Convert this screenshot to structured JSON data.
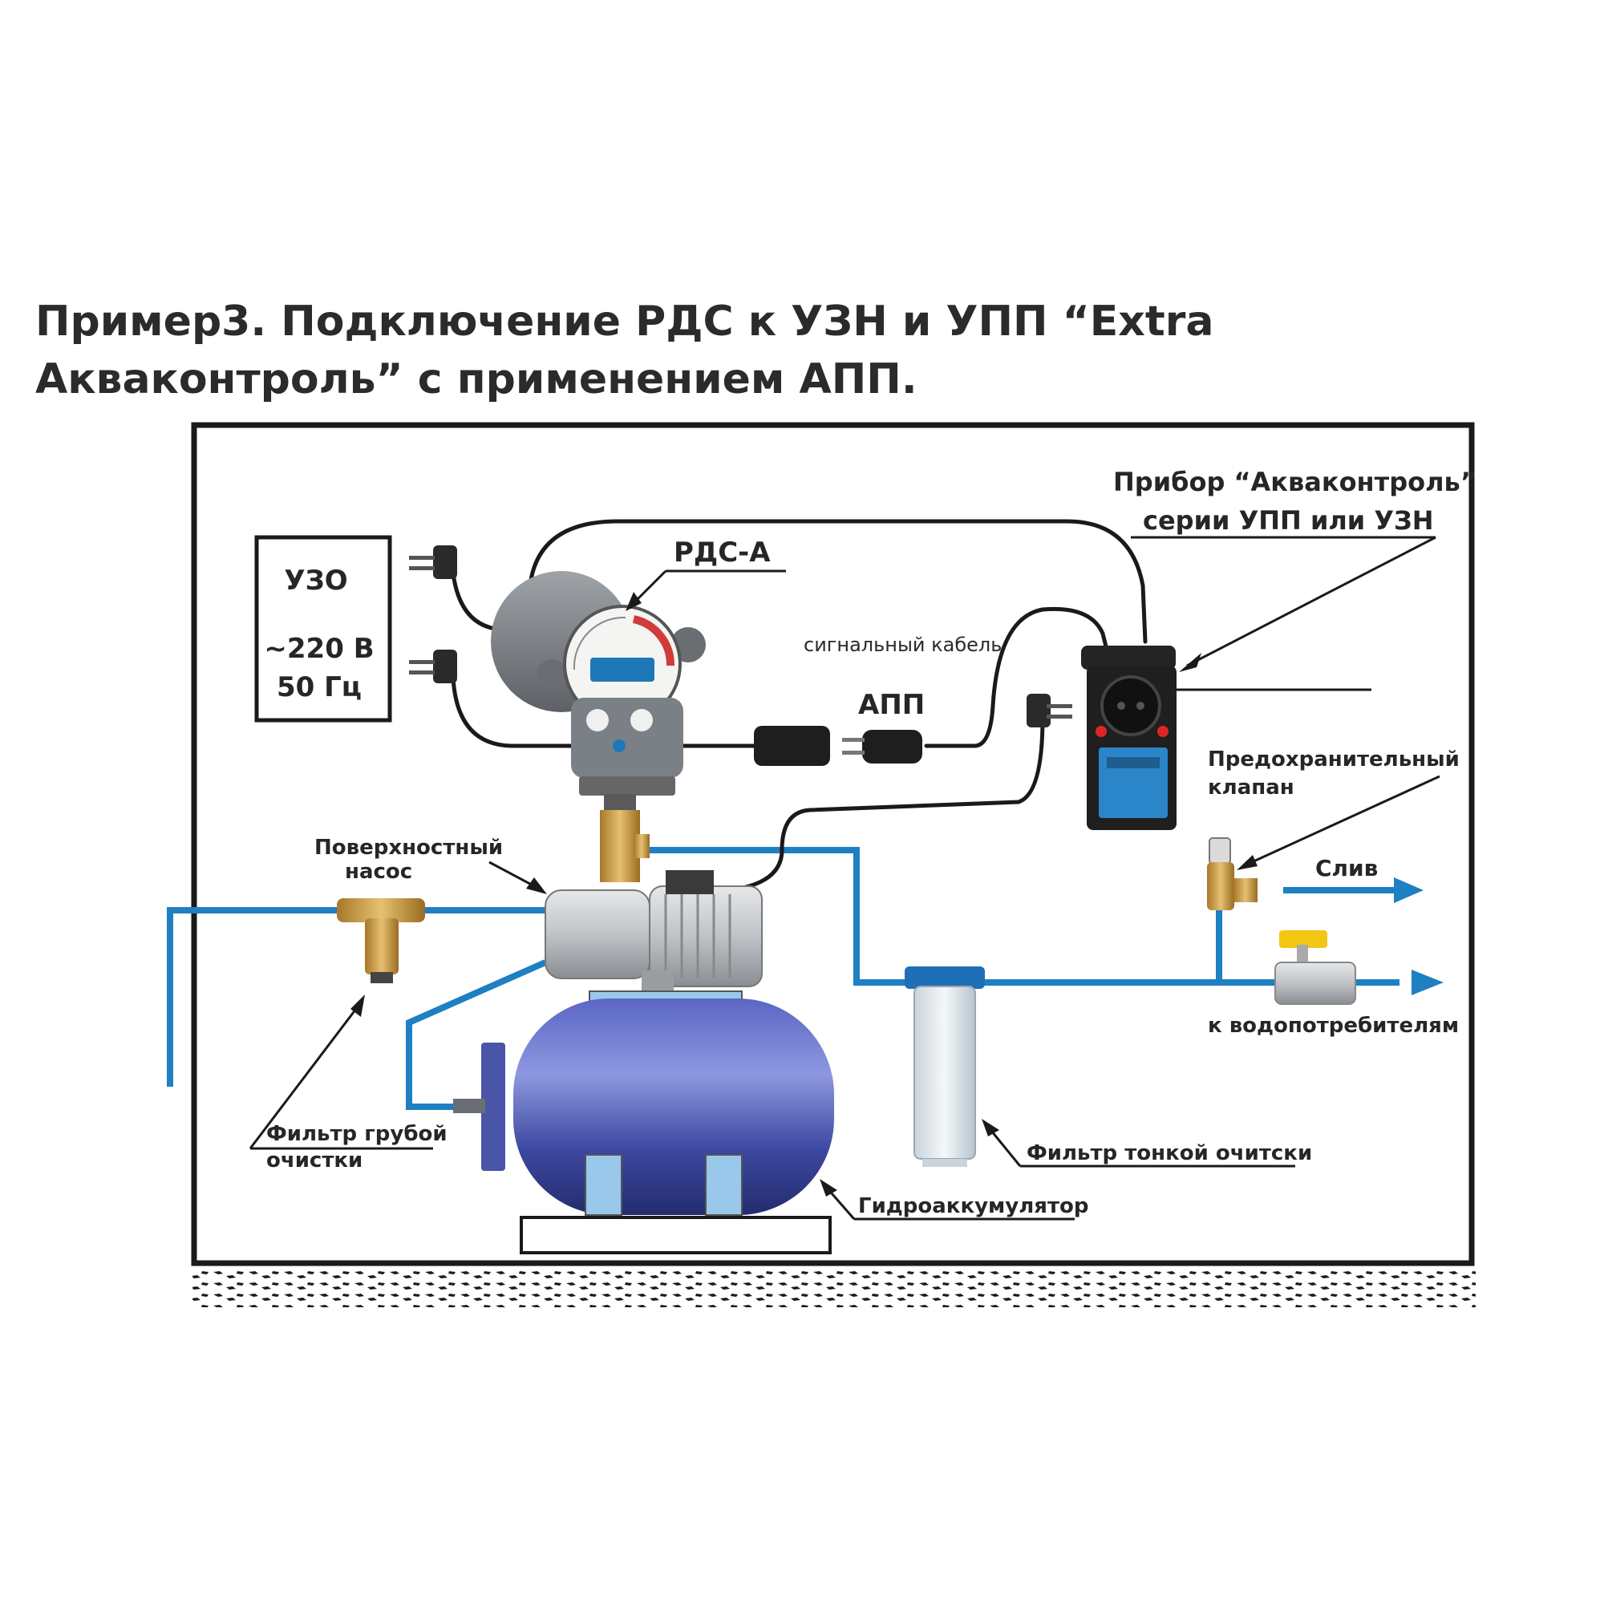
{
  "title": "Пример3. Подключение РДС к УЗН и УПП “Extra Акваконтроль” с применением АПП.",
  "labels": {
    "uzo": "УЗО",
    "voltage": "~220 В",
    "frequency": "50 Гц",
    "rds": "РДС-А",
    "device_line1": "Прибор “Акваконтроль”",
    "device_line2": "серии УПП или УЗН",
    "signal_cable": "сигнальный кабель",
    "app": "АПП",
    "safety_valve_line1": "Предохранительный",
    "safety_valve_line2": "клапан",
    "drain": "Слив",
    "consumers": "к водопотребителям",
    "surface_pump_line1": "Поверхностный",
    "surface_pump_line2": "насос",
    "coarse_filter_line1": "Фильтр грубой",
    "coarse_filter_line2": "очистки",
    "fine_filter": "Фильтр тонкой очитски",
    "accumulator": "Гидроаккумулятор"
  },
  "colors": {
    "pipe": "#1e7fc2",
    "cable": "#1a1a1a",
    "tank": "#3d4fa8",
    "brass": "#c99a3a",
    "frame": "#1a1a1a"
  },
  "icons": [
    "power-plug-icon",
    "pressure-gauge-icon",
    "pump-icon",
    "tank-icon",
    "filter-icon",
    "valve-icon",
    "ball-valve-icon",
    "arrow-icon"
  ]
}
